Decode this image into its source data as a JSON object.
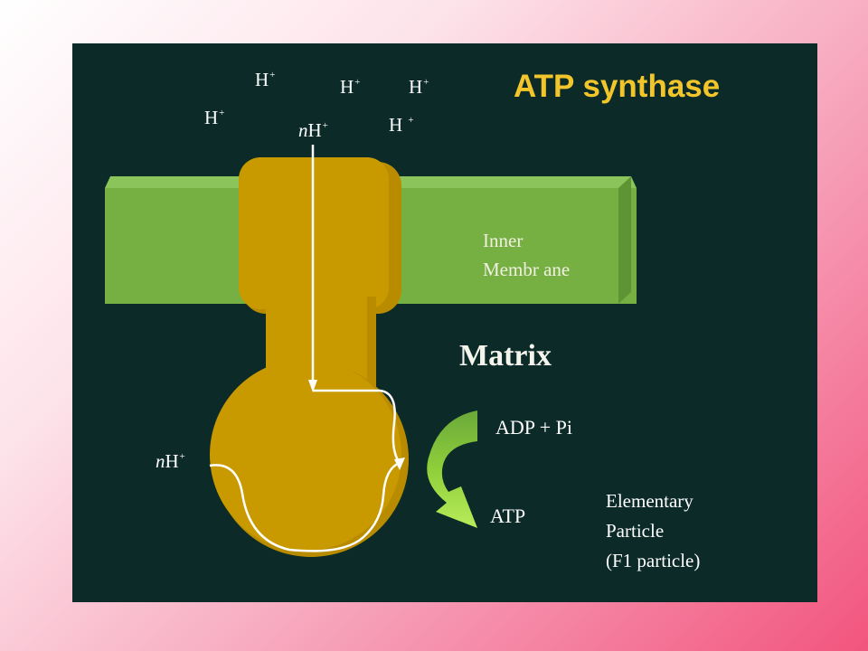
{
  "title": "ATP synthase",
  "protons": [
    {
      "base": "H",
      "charge": "+"
    },
    {
      "base": "H",
      "charge": "+"
    },
    {
      "base": "H",
      "charge": "+"
    },
    {
      "base": "H",
      "charge": "+"
    },
    {
      "base": "H ",
      "charge": "+"
    }
  ],
  "proton_flux_top": {
    "n": "n",
    "base": "H",
    "charge": "+"
  },
  "proton_flux_bottom": {
    "n": "n",
    "base": "H",
    "charge": "+"
  },
  "labels": {
    "inner_membrane": [
      "Inner",
      "Membr ane"
    ],
    "matrix": "Matrix",
    "adp_pi": "ADP + Pi",
    "atp": "ATP",
    "elementary_particle": [
      "Elementary",
      "Particle",
      "(F1 particle)"
    ]
  },
  "colors": {
    "background": "#0b2a28",
    "membrane": "#76b043",
    "synthase": "#c99a00",
    "title": "#f2c62a",
    "reaction_arrow": "#8fcf3a"
  }
}
